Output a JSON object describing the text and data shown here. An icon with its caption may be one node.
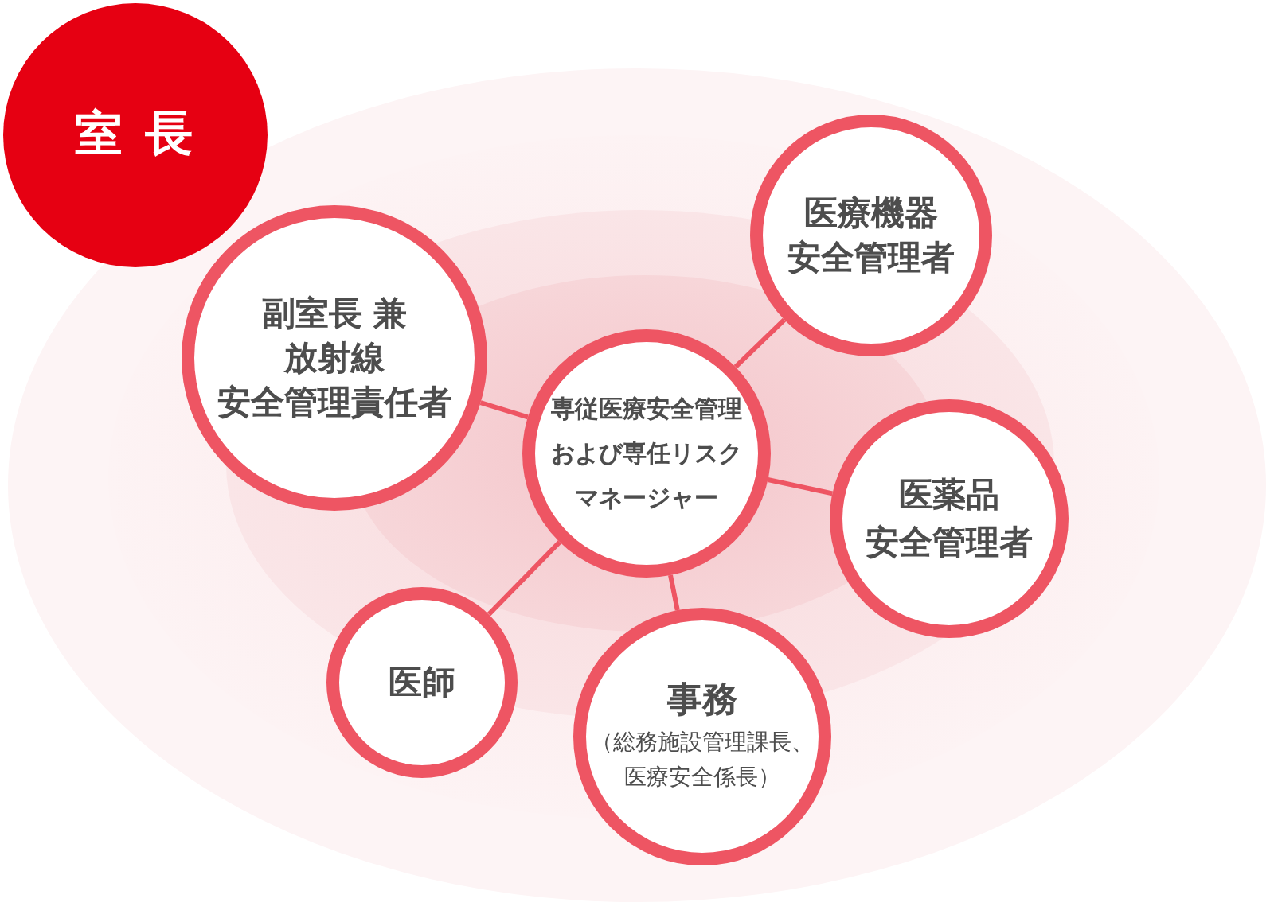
{
  "diagram": {
    "nodes": [
      {
        "text": [
          "室 長"
        ]
      },
      {
        "text": [
          "副室長 兼放射線安全管理責任者"
        ]
      },
      {
        "text": [
          "医療機器安全管理者"
        ]
      },
      {
        "text": [
          "専従医療安全管理および専任リスクマネージャー"
        ]
      },
      {
        "text": [
          "医薬品安全管理者"
        ]
      },
      {
        "text": [
          "医師"
        ]
      },
      {
        "text": [
          "事務",
          "（総務施設管理課長、医療安全係長）"
        ]
      }
    ],
    "edges": [
      {
        "from": 3,
        "to": 1,
        "arrow": "none"
      },
      {
        "from": 3,
        "to": 2,
        "arrow": "none"
      },
      {
        "from": 3,
        "to": 4,
        "arrow": "none"
      },
      {
        "from": 3,
        "to": 5,
        "arrow": "none"
      },
      {
        "from": 3,
        "to": 6,
        "arrow": "none"
      }
    ]
  }
}
